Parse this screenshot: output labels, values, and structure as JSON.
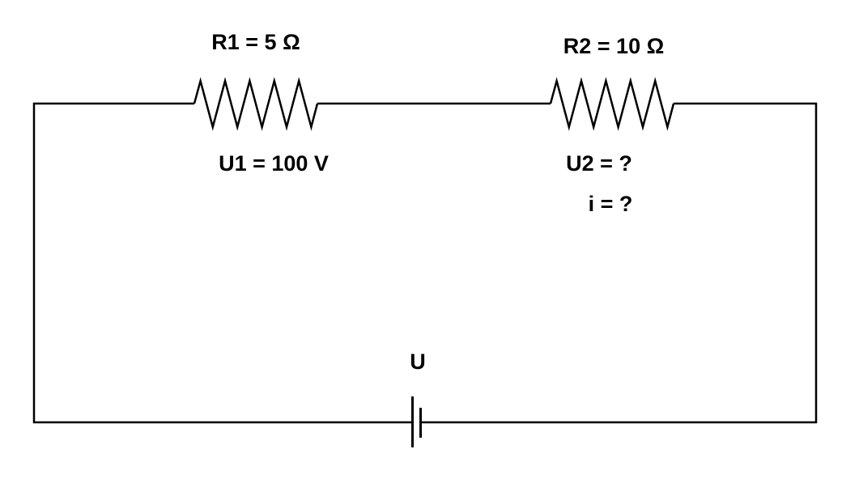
{
  "diagram": {
    "type": "series-circuit",
    "labels": {
      "r1": "R1 = 5 Ω",
      "r2": "R2 = 10 Ω",
      "u1": "U1 = 100 V",
      "u2": "U2 = ?",
      "current": "i = ?",
      "source": "U"
    },
    "colors": {
      "line": "#000000",
      "text": "#000000",
      "background": "#ffffff"
    }
  }
}
